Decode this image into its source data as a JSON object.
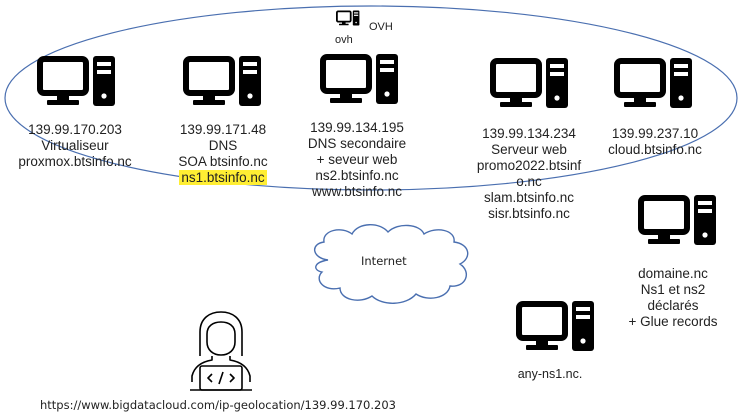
{
  "diagram": {
    "zone": {
      "name": "ovh",
      "label": "OVH",
      "sublabel": "ovh",
      "stroke_color": "#4a6fb0"
    },
    "servers": [
      {
        "id": "proxmox",
        "lines": [
          "139.99.170.203",
          "Virtualiseur",
          "proxmox.btsinfo.nc"
        ]
      },
      {
        "id": "dns-primary",
        "lines": [
          "139.99.171.48",
          "DNS",
          "SOA btsinfo.nc"
        ],
        "highlight_line": "ns1.btsinfo.nc"
      },
      {
        "id": "dns-secondary",
        "lines": [
          "139.99.134.195",
          "DNS secondaire",
          "+ seveur web",
          "ns2.btsinfo.nc",
          "www.btsinfo.nc"
        ]
      },
      {
        "id": "web",
        "lines": [
          "139.99.134.234",
          "Serveur web",
          "promo2022.btsinf",
          "o.nc",
          "slam.btsinfo.nc",
          "sisr.btsinfo.nc"
        ]
      },
      {
        "id": "cloud",
        "lines": [
          "139.99.237.10",
          "cloud.btsinfo.nc"
        ]
      }
    ],
    "external": [
      {
        "id": "registrar",
        "lines": [
          "domaine.nc",
          "Ns1 et ns2",
          "déclarés",
          "+ Glue records"
        ]
      },
      {
        "id": "any-ns1",
        "lines": [
          "any-ns1.nc."
        ]
      }
    ],
    "internet": {
      "label": "Internet"
    },
    "user": {
      "icon": "developer-icon"
    },
    "footer_url": "https://www.bigdatacloud.com/ip-geolocation/139.99.170.203",
    "colors": {
      "highlight": "#ffee33",
      "line": "#4a6fb0",
      "icon": "#000000"
    }
  }
}
